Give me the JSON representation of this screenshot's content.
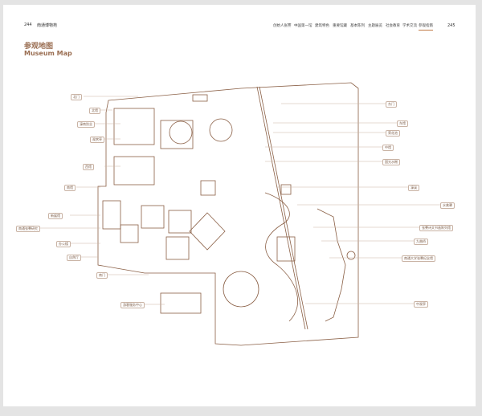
{
  "left_page": {
    "page_number": "244",
    "running_head": "南通博物苑",
    "title_cn": "参观地图",
    "title_en": "Museum Map"
  },
  "right_page": {
    "page_number": "245",
    "tabs": [
      "创始人张謇",
      "中国第一馆",
      "建筑特色",
      "重要馆藏",
      "基本陈列",
      "主题展览",
      "社会教育",
      "学术交流",
      "参观指南"
    ],
    "active_tab": "参观指南",
    "accent": "#c07a45"
  },
  "map_labels_left": [
    "北门",
    "北馆",
    "濠南别业",
    "观赏亭",
    "西馆",
    "南馆",
    "新展馆",
    "南通张謇研究",
    "办公楼",
    "自然厅",
    "南门",
    "游客服务中心"
  ],
  "map_labels_right": [
    "东门",
    "东馆",
    "荣花池",
    "中馆",
    "国光水榭",
    "濠溪",
    "水禽罩",
    "张謇诗文书画陈列馆",
    "九曲桥",
    "南通大学张謇纪念馆",
    "中观亭"
  ]
}
